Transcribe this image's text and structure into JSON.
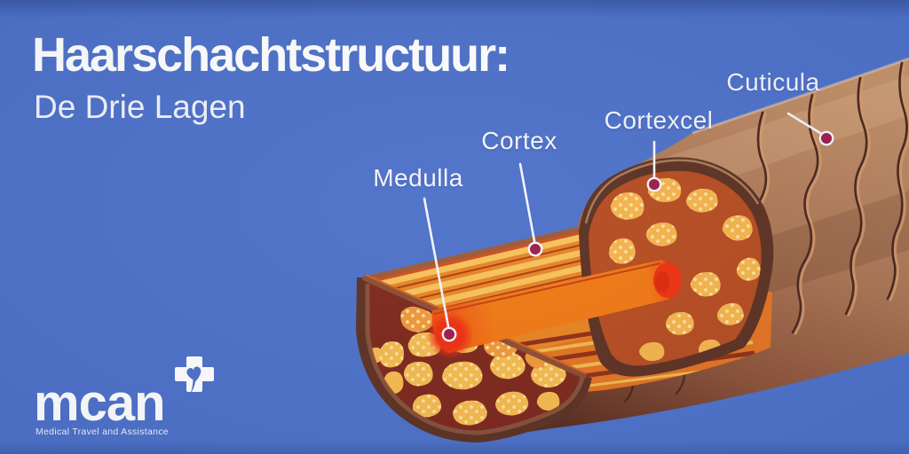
{
  "page": {
    "background_color": "#4a6fc8"
  },
  "header": {
    "title": "Haarschachtstructuur:",
    "subtitle": "De Drie Lagen"
  },
  "diagram": {
    "name": "hair-shaft-cutaway-cross-section",
    "labels": [
      {
        "id": "medulla",
        "text": "Medulla"
      },
      {
        "id": "cortex",
        "text": "Cortex"
      },
      {
        "id": "cortexcel",
        "text": "Cortexcel"
      },
      {
        "id": "cuticula",
        "text": "Cuticula"
      }
    ],
    "marker_dot_color": "#9c1a45",
    "leader_line_color": "#f6f4fb",
    "colors": {
      "cuticle_surface": "#a97250",
      "cortex_cell_yellow": "#f6ba4b",
      "cell_channel_maroon": "#7c2418",
      "fiber_gold": "#f6c158",
      "fiber_orange": "#e8821f",
      "medulla_orange": "#f1770f",
      "medulla_red": "#ee2e0c",
      "rim_dark_brown": "#5a2e1e"
    }
  },
  "logo": {
    "wordmark": "mcan",
    "tagline": "Medical Travel and Assistance",
    "icon": "medical-cross-heart-icon"
  }
}
